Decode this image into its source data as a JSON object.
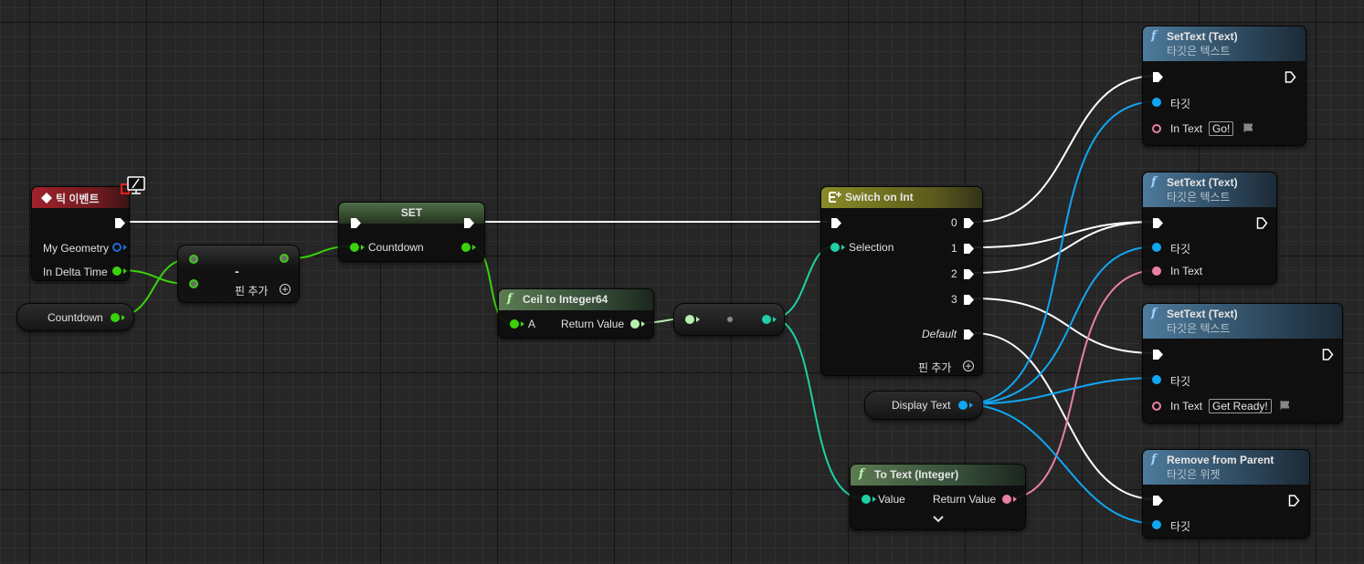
{
  "nodes": {
    "tick_event": {
      "title": "틱 이벤트",
      "pins": [
        "My Geometry",
        "In Delta Time"
      ]
    },
    "subtract": {
      "op": "-",
      "add_pin": "핀 추가"
    },
    "countdown_getter": {
      "label": "Countdown"
    },
    "set_node": {
      "title": "SET",
      "pin": "Countdown"
    },
    "ceil_node": {
      "title": "Ceil to Integer64",
      "in_pin": "A",
      "out_pin": "Return Value"
    },
    "switch_node": {
      "title": "Switch on Int",
      "in_pin": "Selection",
      "cases": [
        "0",
        "1",
        "2",
        "3"
      ],
      "default": "Default",
      "add_pin": "핀 추가"
    },
    "display_text": {
      "label": "Display Text"
    },
    "to_text": {
      "title": "To Text (Integer)",
      "in_pin": "Value",
      "out_pin": "Return Value"
    },
    "settext1": {
      "title": "SetText (Text)",
      "subtitle": "타깃은 텍스트",
      "target": "타깃",
      "in_text": "In Text",
      "value": "Go!"
    },
    "settext2": {
      "title": "SetText (Text)",
      "subtitle": "타깃은 텍스트",
      "target": "타깃",
      "in_text": "In Text"
    },
    "settext3": {
      "title": "SetText (Text)",
      "subtitle": "타깃은 텍스트",
      "target": "타깃",
      "in_text": "In Text",
      "value": "Get Ready!"
    },
    "remove": {
      "title": "Remove from Parent",
      "subtitle": "타깃은 위젯",
      "target": "타깃"
    }
  },
  "colors": {
    "exec_wire": "#ffffff",
    "float_wire": "#3ad20b",
    "int64_wire": "#b8f0b0",
    "int_wire": "#20d0a4",
    "object_wire": "#11a6f2",
    "text_wire": "#ea7fa8"
  }
}
